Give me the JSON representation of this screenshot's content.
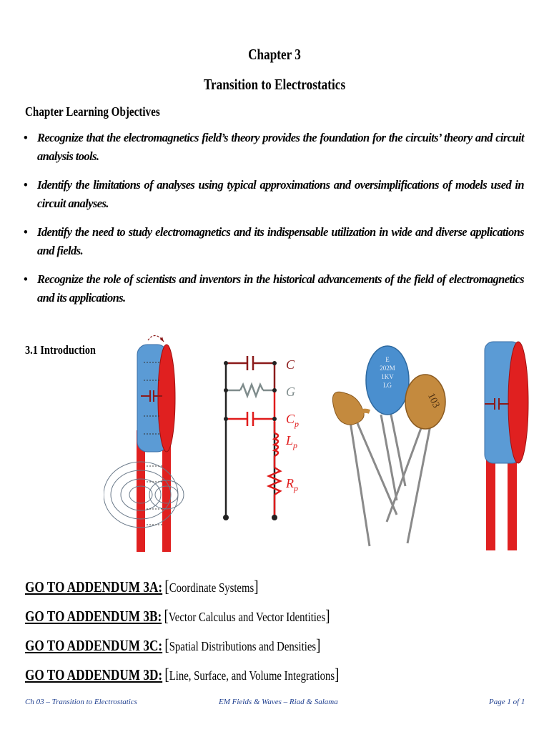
{
  "header": {
    "chapter": "Chapter 3",
    "title": "Transition to Electrostatics"
  },
  "objectives": {
    "heading": "Chapter Learning Objectives",
    "items": [
      "Recognize that the electromagnetics field’s theory provides the foundation for the circuits’ theory and circuit analysis tools.",
      "Identify the limitations of analyses using typical approximations and oversimplifications of models used in circuit analyses.",
      "Identify the need to study electromagnetics and its indispensable utilization in wide and diverse applications and fields.",
      "Recognize the role of scientists and inventors in the historical advancements of the field of electromagnetics and its applications."
    ]
  },
  "section": {
    "title": "3.1 Introduction"
  },
  "circuit": {
    "labels": {
      "c": "C",
      "g": "G",
      "cp": "C",
      "cp_sub": "p",
      "lp": "L",
      "lp_sub": "p",
      "rp": "R",
      "rp_sub": "p"
    },
    "colors": {
      "dark_red": "#8b1a1a",
      "gray": "#7f8c8c",
      "red": "#e01b1b"
    }
  },
  "capacitor_photo": {
    "marking_lines": [
      "E",
      "202M",
      "1KV",
      "LG"
    ],
    "brown_marking": "103",
    "colors": {
      "blue": "#4a8fcf",
      "brown": "#c48a3e"
    }
  },
  "addenda": [
    {
      "label": "GO TO ADDENDUM 3A:",
      "open": "[",
      "topic": "Coordinate Systems",
      "close": "]"
    },
    {
      "label": "GO TO ADDENDUM 3B:",
      "open": "[",
      "topic": "Vector Calculus and Vector Identities",
      "close": "]"
    },
    {
      "label": "GO TO ADDENDUM 3C:",
      "open": "[",
      "topic": "Spatial Distributions and Densities",
      "close": "]"
    },
    {
      "label": "GO TO ADDENDUM 3D:",
      "open": "[",
      "topic": "Line, Surface, and Volume Integrations",
      "close": "]"
    }
  ],
  "footer": {
    "left": "Ch 03 – Transition to Electrostatics",
    "center": "EM Fields & Waves – Riad & Salama",
    "right": "Page 1 of 1"
  },
  "theme": {
    "footer_color": "#1f3f8f",
    "capacitor_blue": "#5b9bd5",
    "capacitor_red": "#e02020"
  }
}
